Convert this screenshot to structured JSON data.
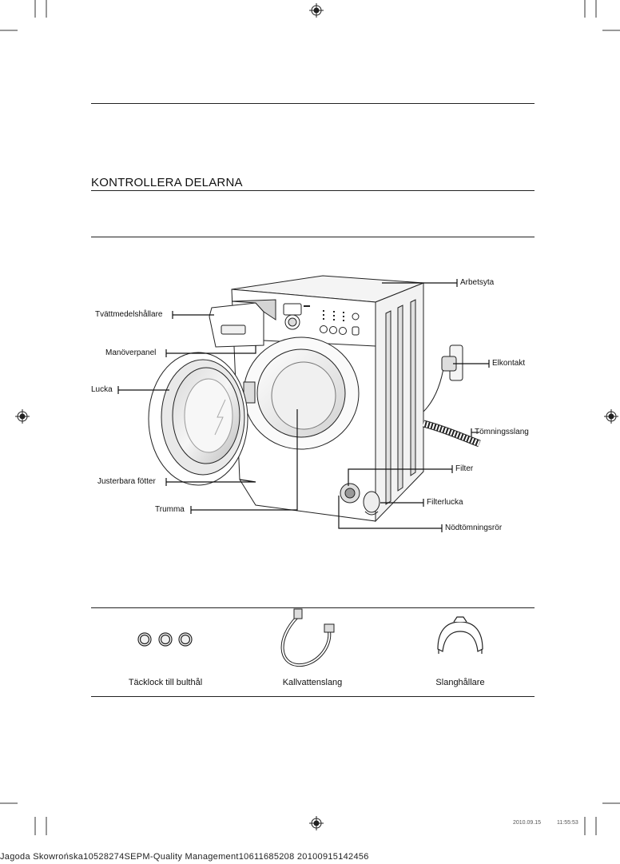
{
  "heading": "KONTROLLERA DELARNA",
  "parts": {
    "arbetsyta": "Arbetsyta",
    "tvattmedel": "Tvättmedelshållare",
    "manoverpanel": "Manöverpanel",
    "lucka": "Lucka",
    "elkontakt": "Elkontakt",
    "tomningsslang": "Tömningsslang",
    "filter": "Filter",
    "justerbara": "Justerbara fötter",
    "filterlucka": "Filterlucka",
    "trumma": "Trumma",
    "nodtomning": "Nödtömningsrör"
  },
  "accessories": [
    {
      "label": "Täcklock till bulthål",
      "icon": "cap-covers-icon"
    },
    {
      "label": "Kallvattenslang",
      "icon": "water-hose-icon"
    },
    {
      "label": "Slanghållare",
      "icon": "hose-holder-icon"
    }
  ],
  "footer": {
    "imprint": "Jagoda Skowrońska10528274SEPM-Quality Management10611685208  20100915142456",
    "date": "2010.09.15",
    "time": "11:55:53"
  }
}
